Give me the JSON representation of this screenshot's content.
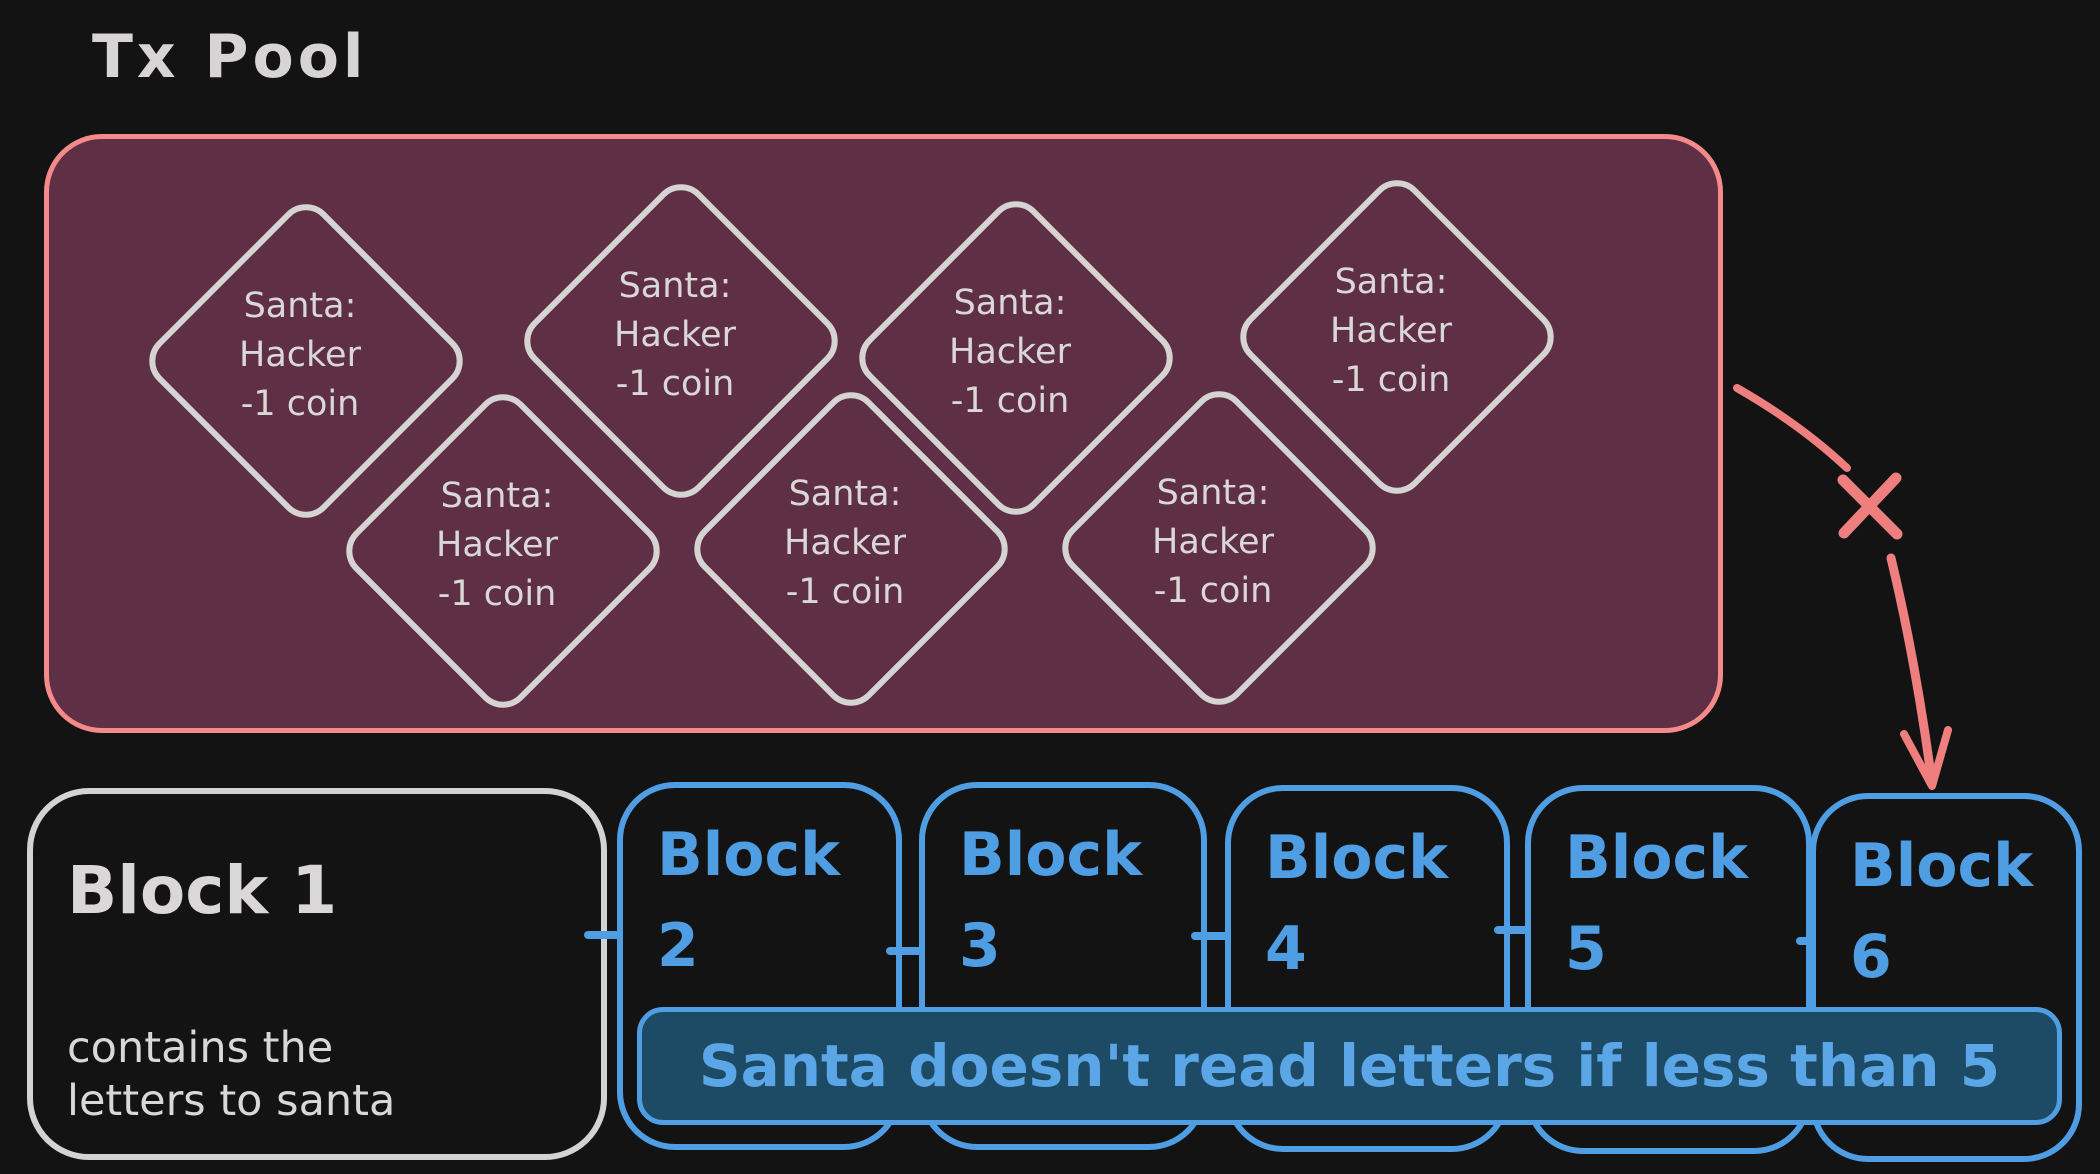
{
  "colors": {
    "background": "#131313",
    "pool_fill": "#5e2f45",
    "pool_border": "#f48a8a",
    "diamond_stroke": "#d6d3d3",
    "gray_text": "#d9d7d7",
    "blue_stroke": "#4f9ee3",
    "banner_fill": "#1d4a64",
    "banner_text": "#5ba6e6",
    "arrow": "#ef7f7f"
  },
  "icons": {
    "rejection": "x-mark-icon",
    "arrow": "curved-arrow-down-icon"
  },
  "pool": {
    "label": "Tx Pool",
    "transactions": [
      {
        "text": "Santa:\nHacker\n-1 coin"
      },
      {
        "text": "Santa:\nHacker\n-1 coin"
      },
      {
        "text": "Santa:\nHacker\n-1 coin"
      },
      {
        "text": "Santa:\nHacker\n-1 coin"
      },
      {
        "text": "Santa:\nHacker\n-1 coin"
      },
      {
        "text": "Santa:\nHacker\n-1 coin"
      },
      {
        "text": "Santa:\nHacker\n-1 coin"
      }
    ]
  },
  "chain": {
    "blocks": [
      {
        "title": "Block 1",
        "note": "contains the\nletters to santa"
      },
      {
        "label": "Block\n2"
      },
      {
        "label": "Block\n3"
      },
      {
        "label": "Block\n4"
      },
      {
        "label": "Block\n5"
      },
      {
        "label": "Block\n6"
      }
    ],
    "banner": "Santa doesn't read letters if less than 5"
  }
}
